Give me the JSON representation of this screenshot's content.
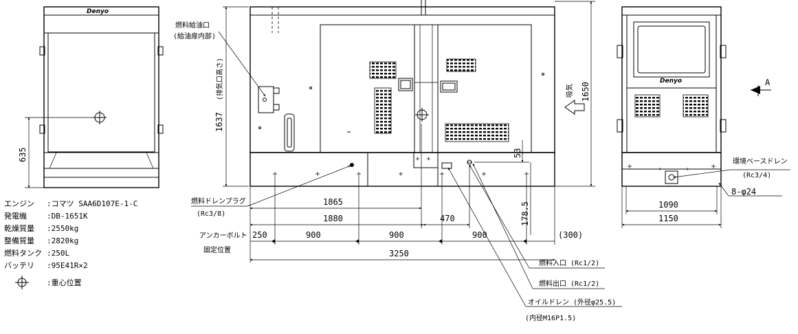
{
  "specs": {
    "rows": [
      {
        "label": "エンジン",
        "value": ":コマツ SAA6D107E-1-C"
      },
      {
        "label": "発電機",
        "value": ":DB-1651K"
      },
      {
        "label": "乾燥質量",
        "value": ":2550kg"
      },
      {
        "label": "整備質量",
        "value": ":2820kg"
      },
      {
        "label": "燃料タンク",
        "value": ":250L"
      },
      {
        "label": "バッテリ",
        "value": ":95E41R×2"
      }
    ],
    "cg_legend": ":重心位置"
  },
  "logo": "Denyo",
  "callouts": {
    "fuel_fill_port": "燃料給油口",
    "fuel_fill_port_sub": "(給油扉内部)",
    "fuel_drain_plug": "燃料ドレンプラグ",
    "fuel_drain_plug_sub": "(Rc3/8)",
    "anchor_bolt": "アンカーボルト",
    "anchor_bolt_sub": "固定位置",
    "intake": "吸気",
    "exhaust_height": "(排気口高さ)",
    "fuel_inlet": "燃料入口 (Rc1/2)",
    "fuel_outlet": "燃料出口 (Rc1/2)",
    "oil_drain": "オイルドレン (外径φ25.5)",
    "oil_drain_sub": "(内径M16P1.5)",
    "env_base_drain": "環境ベースドレン",
    "env_base_drain_sub": "(Rc3/4)",
    "holes": "8-φ24",
    "view_a": "A"
  },
  "dims": {
    "cg_height": "635",
    "exhaust_height": "1637",
    "total_height": "1650",
    "d53": "53",
    "d178": "178.5",
    "d1865": "1865",
    "d1880": "1880",
    "d470": "470",
    "d250": "250",
    "d900a": "900",
    "d900b": "900",
    "d900c": "900",
    "d300": "(300)",
    "d3250": "3250",
    "d1090": "1090",
    "d1150": "1150"
  }
}
